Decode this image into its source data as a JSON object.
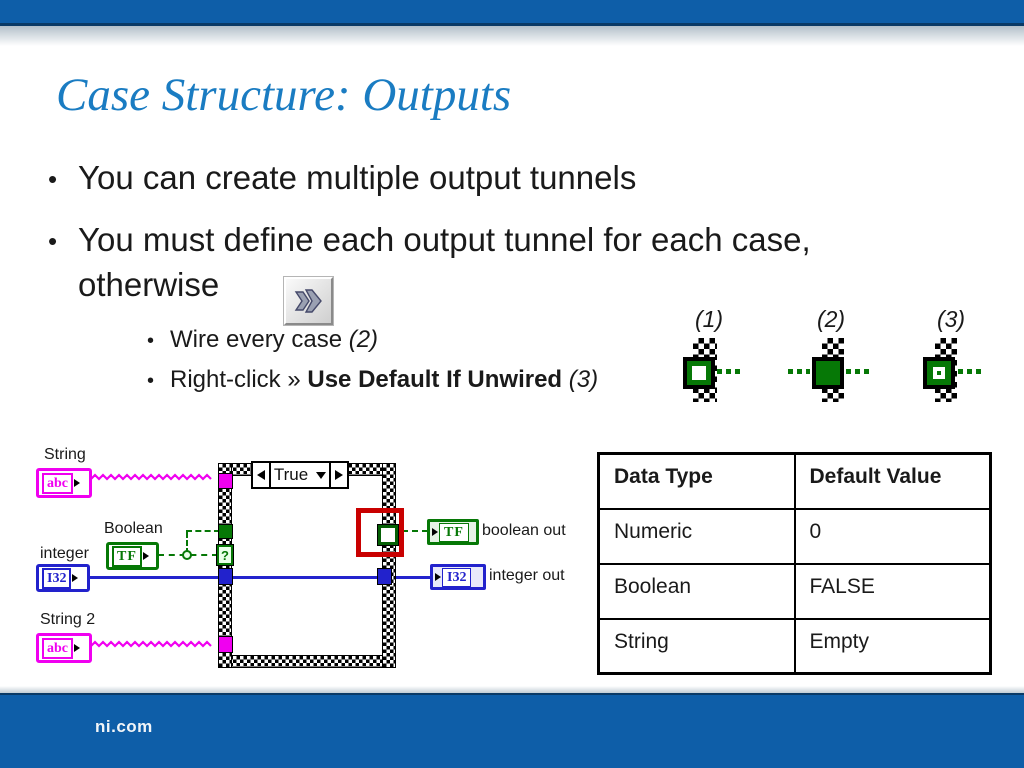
{
  "slide": {
    "title": "Case Structure: Outputs",
    "footer": "ni.com",
    "marker": "•"
  },
  "bullets": {
    "b1": "You can create multiple output tunnels",
    "b2_line1": "You must define each output tunnel for each case,",
    "b2_line2": "otherwise",
    "sub1_text": "Wire every case ",
    "sub1_ref": "(2)",
    "sub2_pre": "Right-click » ",
    "sub2_bold": "Use Default If Unwired",
    "sub2_ref": " (3)"
  },
  "legend": {
    "items": [
      {
        "label": "(1)",
        "type": "unwired-hollow-tunnel"
      },
      {
        "label": "(2)",
        "type": "wired-solid-tunnel"
      },
      {
        "label": "(3)",
        "type": "default-if-unwired-tunnel"
      }
    ]
  },
  "diagram": {
    "selector_value": "True",
    "string_label": "String",
    "boolean_label": "Boolean",
    "integer_label": "integer",
    "string2_label": "String 2",
    "abc_glyph": "abc",
    "tf_glyph": "TF",
    "i32_glyph": "I32",
    "question_glyph": "?",
    "boolean_out_label": "boolean out",
    "integer_out_label": "integer out"
  },
  "table": {
    "headers": [
      "Data Type",
      "Default Value"
    ],
    "rows": [
      [
        "Numeric",
        "0"
      ],
      [
        "Boolean",
        "FALSE"
      ],
      [
        "String",
        "Empty"
      ]
    ]
  },
  "colors": {
    "brand_blue": "#0e5ea8",
    "title_blue": "#1a7cc2",
    "tunnel_green": "#067806",
    "wire_magenta": "#f000f0",
    "wire_blue": "#2323cd",
    "highlight_red": "#c90000"
  }
}
